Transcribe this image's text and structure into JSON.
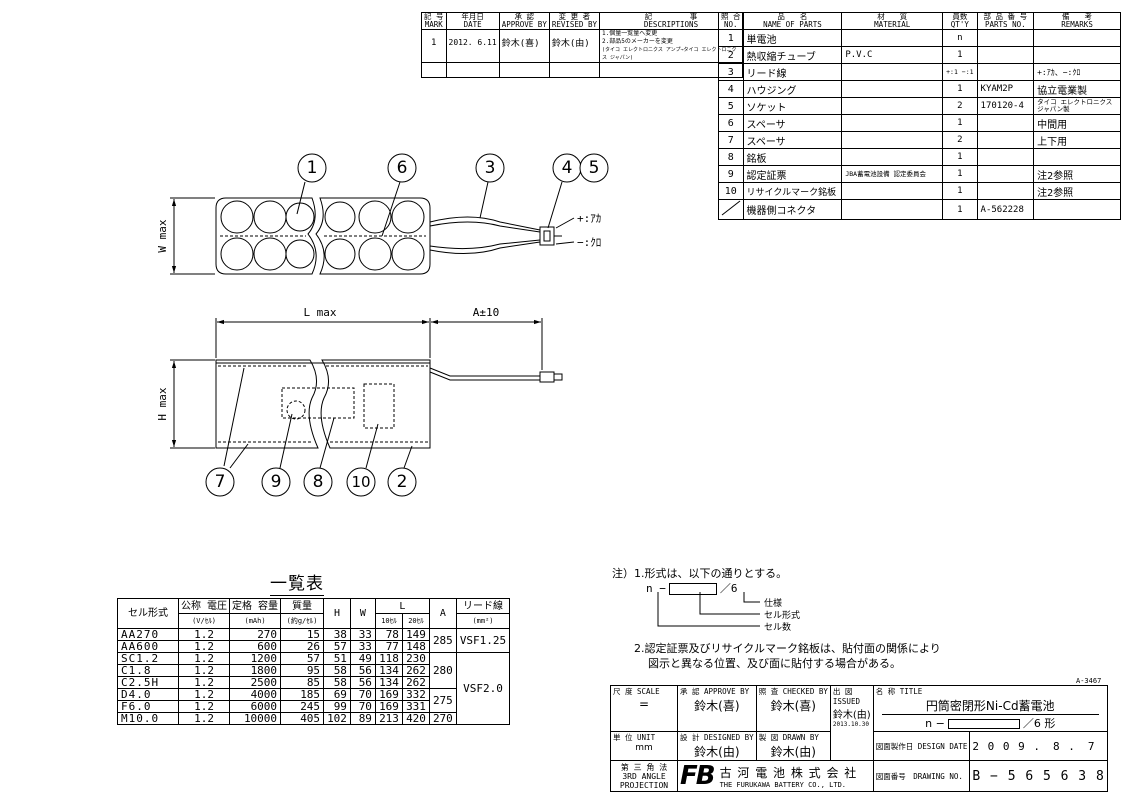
{
  "revision": {
    "headers": {
      "mark_jp": "記 号",
      "mark_en": "MARK",
      "date_jp": "年月日",
      "date_en": "DATE",
      "approve_jp": "承 認",
      "approve_en": "APPROVE BY",
      "revised_jp": "変 更 者",
      "revised_en": "REVISED BY",
      "desc_jp": "記　　　　　事",
      "desc_en": "DESCRIPTIONS"
    },
    "rows": [
      {
        "mark": "1",
        "date": "2012. 6.11",
        "approve": "鈴木(喜)",
        "revised": "鈴木(由)",
        "desc1": "1.個量一覧量へ変更",
        "desc2": "2.部品5のメーカーを変更",
        "desc3": "(タイコ エレクトロニクス アンプ→タイコ エレクトロニクス ジャパン)"
      }
    ]
  },
  "parts": {
    "headers": {
      "no_jp": "照 合",
      "no_en": "NO.",
      "name_jp": "品　　名",
      "name_en": "NAME OF PARTS",
      "material_jp": "材　　質",
      "material_en": "MATERIAL",
      "qty_jp": "員数",
      "qty_en": "QT'Y",
      "partno_jp": "部 品 番 号",
      "partno_en": "PARTS NO.",
      "remarks_jp": "備　　考",
      "remarks_en": "REMARKS"
    },
    "rows": [
      {
        "no": "1",
        "name": "単電池",
        "material": "",
        "qty": "n",
        "partno": "",
        "remarks": ""
      },
      {
        "no": "2",
        "name": "熱収縮チューブ",
        "material": "P.V.C",
        "qty": "1",
        "partno": "",
        "remarks": ""
      },
      {
        "no": "3",
        "name": "リード線",
        "material": "",
        "qty": "+:1 −:1",
        "partno": "",
        "remarks": "+:ｱｶ、−:ｸﾛ"
      },
      {
        "no": "4",
        "name": "ハウジング",
        "material": "",
        "qty": "1",
        "partno": "KYAM2P",
        "remarks": "協立電業製"
      },
      {
        "no": "5",
        "name": "ソケット",
        "material": "",
        "qty": "2",
        "partno": "170120-4",
        "remarks": "タイコ エレクトロニクス ジャパン製"
      },
      {
        "no": "6",
        "name": "スペーサ",
        "material": "",
        "qty": "1",
        "partno": "",
        "remarks": "中間用"
      },
      {
        "no": "7",
        "name": "スペーサ",
        "material": "",
        "qty": "2",
        "partno": "",
        "remarks": "上下用"
      },
      {
        "no": "8",
        "name": "銘板",
        "material": "",
        "qty": "1",
        "partno": "",
        "remarks": ""
      },
      {
        "no": "9",
        "name": "認定証票",
        "material": "JBA蓄電池設備 認定委員会",
        "qty": "1",
        "partno": "",
        "remarks": "注2参照"
      },
      {
        "no": "10",
        "name": "リサイクルマーク銘板",
        "material": "",
        "qty": "1",
        "partno": "",
        "remarks": "注2参照"
      },
      {
        "no": "",
        "name": "機器側コネクタ",
        "material": "",
        "qty": "1",
        "partno": "A-562228",
        "remarks": ""
      }
    ]
  },
  "drawing": {
    "balloons": [
      "1",
      "6",
      "3",
      "4",
      "5",
      "7",
      "9",
      "8",
      "10",
      "2"
    ],
    "w_max": "W max",
    "h_max": "H max",
    "l_max": "L max",
    "a_tol": "A±10",
    "plus_lead": "+:ｱｶ",
    "minus_lead": "−:ｸﾛ"
  },
  "list": {
    "title": "一覧表",
    "headers": {
      "cell": "セル形式",
      "voltage": "公称 電圧",
      "voltage_unit": "(V/ｾﾙ)",
      "capacity": "定格 容量",
      "capacity_unit": "(mAh)",
      "mass": "質量",
      "mass_unit": "(約g/ｾﾙ)",
      "h": "H",
      "w": "W",
      "l": "L",
      "l10": "10ｾﾙ",
      "l20": "20ｾﾙ",
      "a": "A",
      "lead": "リード線",
      "lead_unit": "(mm²)"
    },
    "rows": [
      {
        "cell": "AA270",
        "v": "1.2",
        "cap": "270",
        "mass": "15",
        "h": "38",
        "w": "33",
        "l10": "78",
        "l20": "149"
      },
      {
        "cell": "AA600",
        "v": "1.2",
        "cap": "600",
        "mass": "26",
        "h": "57",
        "w": "33",
        "l10": "77",
        "l20": "148"
      },
      {
        "cell": "SC1.2",
        "v": "1.2",
        "cap": "1200",
        "mass": "57",
        "h": "51",
        "w": "49",
        "l10": "118",
        "l20": "230"
      },
      {
        "cell": "C1.8",
        "v": "1.2",
        "cap": "1800",
        "mass": "95",
        "h": "58",
        "w": "56",
        "l10": "134",
        "l20": "262"
      },
      {
        "cell": "C2.5H",
        "v": "1.2",
        "cap": "2500",
        "mass": "85",
        "h": "58",
        "w": "56",
        "l10": "134",
        "l20": "262"
      },
      {
        "cell": "D4.0",
        "v": "1.2",
        "cap": "4000",
        "mass": "185",
        "h": "69",
        "w": "70",
        "l10": "169",
        "l20": "332"
      },
      {
        "cell": "F6.0",
        "v": "1.2",
        "cap": "6000",
        "mass": "245",
        "h": "99",
        "w": "70",
        "l10": "169",
        "l20": "331"
      },
      {
        "cell": "M10.0",
        "v": "1.2",
        "cap": "10000",
        "mass": "405",
        "h": "102",
        "w": "89",
        "l10": "213",
        "l20": "420"
      }
    ],
    "a_groups": [
      "285",
      "280",
      "275",
      "270"
    ],
    "lead_groups": [
      "VSF1.25",
      "VSF2.0"
    ]
  },
  "note": {
    "line1": "注）1.形式は、以下の通りとする。",
    "format_n": "n −",
    "format_slash": "／6",
    "spec": "仕様",
    "cell_type": "セル形式",
    "cell_count": "セル数",
    "line2": "2.認定証票及びリサイクルマーク銘板は、貼付面の関係により",
    "line3": "図示と異なる位置、及び面に貼付する場合がある。"
  },
  "title_block": {
    "sheet_code": "A-3467",
    "scale_label": "尺 度 SCALE",
    "scale_value": "=",
    "unit_label": "単 位 UNIT",
    "unit_value": "mm",
    "angle_jp": "第 三 角 法",
    "angle_en1": "3RD ANGLE",
    "angle_en2": "PROJECTION",
    "approve_label": "承 認 APPROVE BY",
    "approve_value": "鈴木(喜)",
    "checked_label": "照 査 CHECKED BY",
    "checked_value": "鈴木(喜)",
    "designed_label": "設 計 DESIGNED BY",
    "designed_value": "鈴木(由)",
    "drawn_label": "製 図 DRAWN BY",
    "drawn_value": "鈴木(由)",
    "issued_label": "出 図 ISSUED",
    "issued_value": "鈴木(由)",
    "issued_date": "2013.10.30",
    "company_logo": "FB",
    "company_jp": "古 河 電 池 株 式 会 社",
    "company_en": "THE FURUKAWA BATTERY CO., LTD.",
    "title_label": "名 称 TITLE",
    "title_value": "円筒密閉形Ni-Cd蓄電池",
    "title_sub_n": "n −",
    "title_sub_form": "／6 形",
    "design_date_label": "図面製作日 DESIGN DATE",
    "design_date_value": "2 0 0 9 .　8 .　7",
    "drawing_no_label": "図面番号　DRAWING NO.",
    "drawing_no_value": "B − 5 6 5 6 3 8"
  }
}
